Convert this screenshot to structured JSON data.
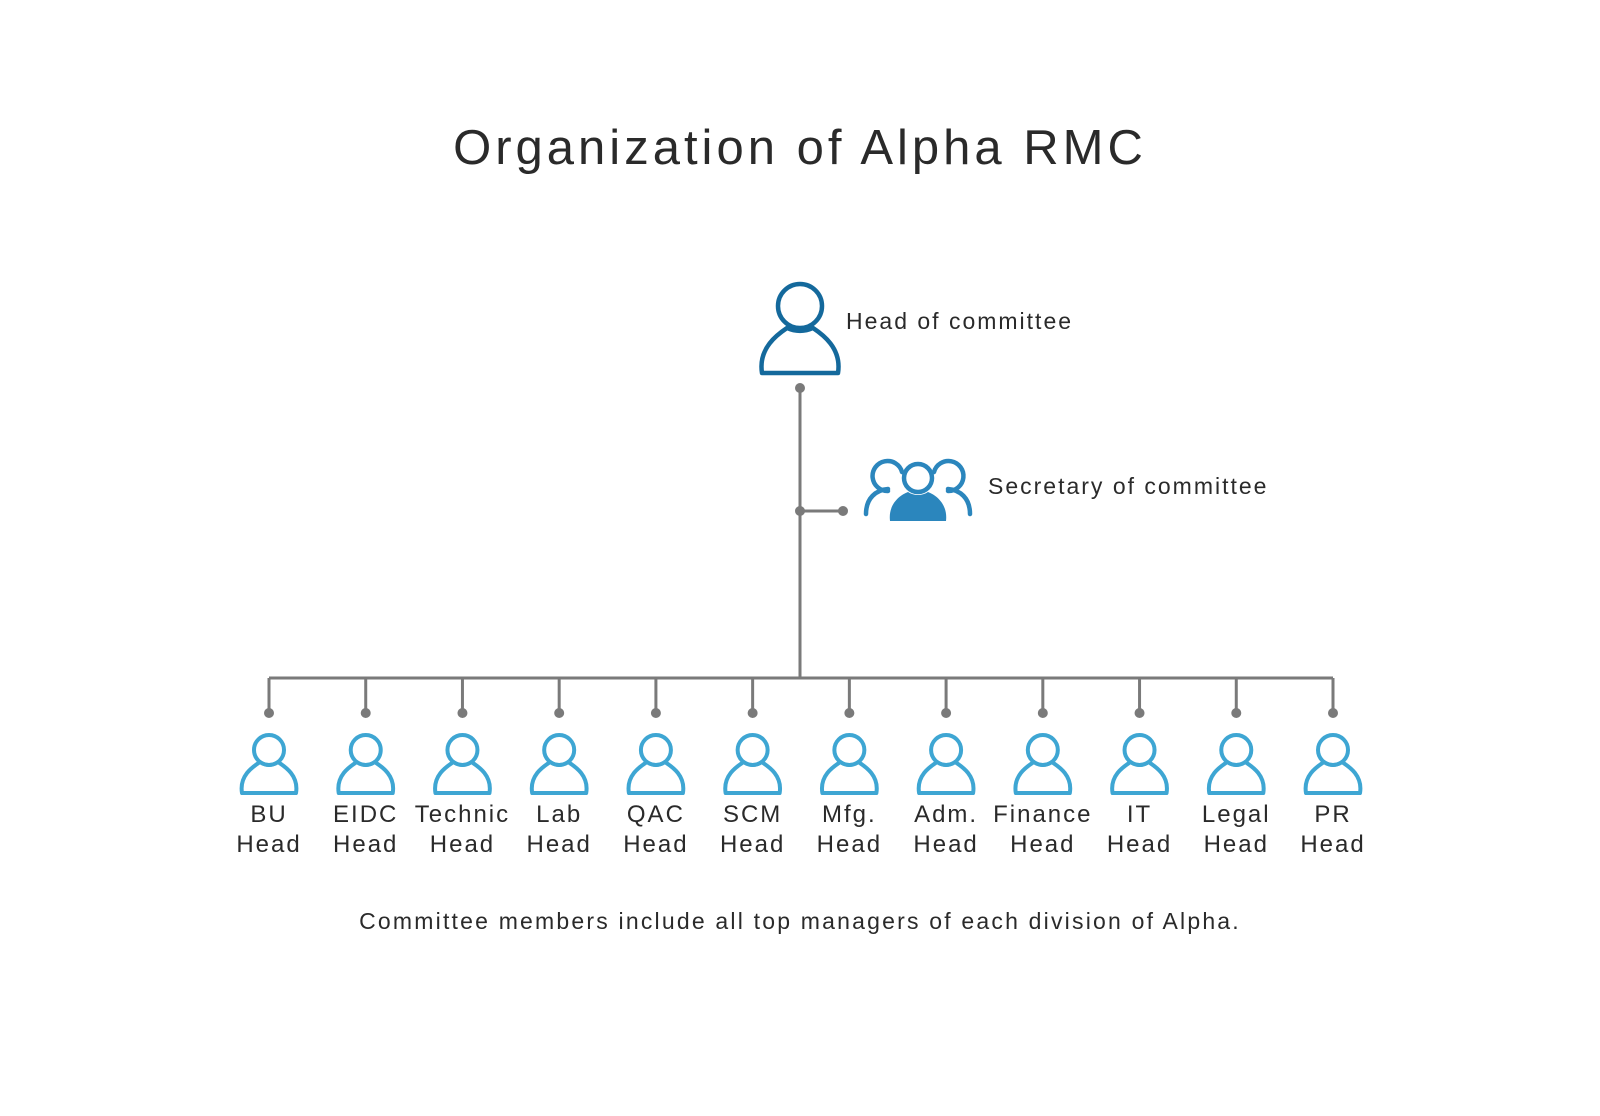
{
  "title": "Organization of Alpha RMC",
  "head": {
    "label": "Head of committee",
    "icon": "person-icon"
  },
  "secretary": {
    "label": "Secretary of committee",
    "icon": "group-icon"
  },
  "members": [
    {
      "line1": "BU",
      "line2": "Head",
      "icon": "person-icon"
    },
    {
      "line1": "EIDC",
      "line2": "Head",
      "icon": "person-icon"
    },
    {
      "line1": "Technic",
      "line2": "Head",
      "icon": "person-icon"
    },
    {
      "line1": "Lab",
      "line2": "Head",
      "icon": "person-icon"
    },
    {
      "line1": "QAC",
      "line2": "Head",
      "icon": "person-icon"
    },
    {
      "line1": "SCM",
      "line2": "Head",
      "icon": "person-icon"
    },
    {
      "line1": "Mfg.",
      "line2": "Head",
      "icon": "person-icon"
    },
    {
      "line1": "Adm.",
      "line2": "Head",
      "icon": "person-icon"
    },
    {
      "line1": "Finance",
      "line2": "Head",
      "icon": "person-icon"
    },
    {
      "line1": "IT",
      "line2": "Head",
      "icon": "person-icon"
    },
    {
      "line1": "Legal",
      "line2": "Head",
      "icon": "person-icon"
    },
    {
      "line1": "PR",
      "line2": "Head",
      "icon": "person-icon"
    }
  ],
  "footer": "Committee members include all top managers of each division of Alpha.",
  "colors": {
    "head_icon": "#14699c",
    "secretary_icon": "#2b86bd",
    "member_icon": "#3ea6d3",
    "connector": "#7a7a7a",
    "text": "#2a2a2a"
  }
}
